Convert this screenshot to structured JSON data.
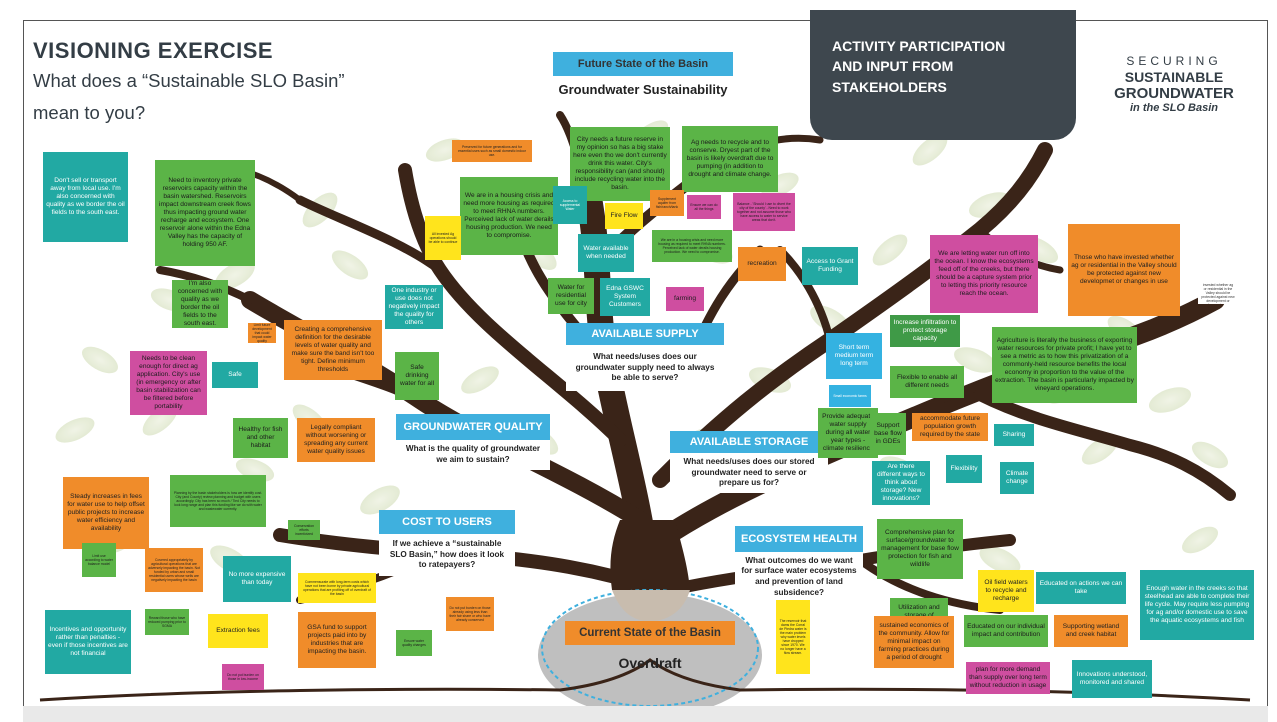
{
  "header": {
    "title": "VISIONING EXERCISE",
    "subtitle_line1": "What does a “Sustainable SLO Basin”",
    "subtitle_line2": "mean to you?"
  },
  "future_state": {
    "label": "Future State of the Basin",
    "subtitle": "Groundwater Sustainability"
  },
  "activity_banner": {
    "line1": "ACTIVITY PARTICIPATION",
    "line2": "AND INPUT FROM",
    "line3": "STAKEHOLDERS"
  },
  "logo": {
    "line1": "SECURING",
    "line2": "SUSTAINABLE",
    "line3": "GROUNDWATER",
    "line4": "in the SLO Basin"
  },
  "categories": {
    "supply": {
      "title": "AVAILABLE SUPPLY",
      "question": "What needs/uses does our groundwater supply need to always be able to serve?"
    },
    "quality": {
      "title": "GROUNDWATER QUALITY",
      "question": "What is the quality of groundwater we aim to sustain?"
    },
    "storage": {
      "title": "AVAILABLE STORAGE",
      "question": "What needs/uses does our stored groundwater need to serve or prepare us for?"
    },
    "cost": {
      "title": "COST TO USERS",
      "question": "If we achieve a “sustainable SLO Basin,” how does it look to ratepayers?"
    },
    "ecosystem": {
      "title": "ECOSYSTEM HEALTH",
      "question": "What outcomes do we want for surface water ecosystems and prevention of land subsidence?"
    }
  },
  "current_state": {
    "label": "Current State of the Basin",
    "subtitle": "Overdraft"
  },
  "notes": {
    "n1": "Don't sell or transport away from local use. I'm also concerned with quality as we border the oil fields to the south east.",
    "n2": "Need to inventory private reservoirs capacity within the basin watershed. Reservoirs impact downstream creek flows thus impacting ground water recharge and ecosystem. One reservoir alone within the Edna Valley has the capacity of holding 950 AF.",
    "n3": "Preserved for future generations and for essential uses such as small domestic indoor use.",
    "n4": "City needs a future reserve in my opinion so has a big stake here even tho we don't currently drink this water. City's responsibility can (and should) include recycling water into the basin.",
    "n5": "Ag needs to recycle and to conserve. Dryest part of the basin is likely overdraft due to pumping (in addition to drought and climate change.",
    "n6": "We are in a housing crisis and need more housing as required to meet RHNA numbers. Perceived lack of water derails housing production. We need to compromise.",
    "n7": "Access to supplemental Water",
    "n8": "Supplement aquifer from fish/ranch/tank",
    "n9": "Fire Flow",
    "n10": "Ensure we can do all the things",
    "n11": "Balance - 'Should I use to divert the city of the county' - Need to work together and not assume those who have access to water to service areas that don't.",
    "n12": "All invested Ag operations should be able to continue",
    "n13": "Water available when needed",
    "n14": "We are in a housing crisis and need more housing as required to meet RHNA numbers. Perceived lack of water derails housing production. We need to compromise.",
    "n15": "recreation",
    "n16": "Access to Grant Funding",
    "n17": "We are letting water run off into the ocean. I know the ecosystems feed off of the creeks, but there should be a capture system prior to letting this priority resource reach the ocean.",
    "n18": "Those who have invested whether ag or residential in the Valley should be protected against new developmet or changes in use",
    "n19": "Those who have invested whether ag or residential in the Valley should be protected against new development or changes in use",
    "n20": "Water for residential use for city",
    "n21": "Edna GSWC System Customers",
    "n22": "farming",
    "n23": "I'm also concerned with quality as we border the oil fields to the south east.",
    "n24": "One industry or use does not negatively impact the quality for others",
    "n25": "Limit future development that could impact water quality",
    "n26": "Creating a comprehensive definition for the desirable levels of water quality and make sure the band isn't too tight. Define minimum thresholds",
    "n27": "Needs to be clean enough for direct ag application. City's use (in emergency or after basin stabilization can be filtered before portability",
    "n28": "Safe",
    "n29": "Safe drinking water for all",
    "n30": "Healthy for fish and other habitat",
    "n31": "Legally compliant without worsening or spreading any current water quality issues",
    "n32": "Short term medium term long term",
    "n33": "Small economic farms",
    "n34": "Increase infiltration to protect storage capacity",
    "n35": "Flexible to enable all different needs",
    "n36": "Agriculture is literally the business of exporting water resources for private profit; I have yet to see a metric as to how this privatization of a commonly-held resource benefits the local economy in proportion to the value of the extraction. The basin is particularly impacted by vineyard operations.",
    "n37": "Provide adequate water supply during all water year types - climate resiliency",
    "n38": "Support base flow in GDEs",
    "n39": "accommodate future population growth required by the state",
    "n40": "Sharing",
    "n41": "Are there different ways to think about storage? New innovations?",
    "n42": "Flexibility",
    "n43": "Climate change",
    "n44": "Steady increases in fees for water use to help offset public projects to increase water efficiency and availability",
    "n45": "Planning by the basin stakeholders is how we identify cost. City (and County) review planning and budget with users accordingly. City has been so much / Tied City needs to look long range and plan this funding like we do with water and wastewater currently.",
    "n46": "Conservation efforts incentivized",
    "n47": "Limit use according to water balance model",
    "n48": "Covered appropriately by agricultural operations that are adversely impacting the basin. Not funded by urban and small residential users whose wells are negatively impacting the basin",
    "n49": "No more expensive than today",
    "n50": "Commensurate with long-term costs which have not been borne by private agricultural operations that are profiting off of overdraft of the basin",
    "n51": "Incentives and opportunity rather than penalties - even if those incentives are not financial",
    "n52": "Reward those who have reduced pumping prior to SGMA",
    "n53": "Extraction fees",
    "n54": "GSA fund to support projects paid into by industries that are impacting the basin.",
    "n55": "Ensure water quality changes",
    "n56": "Do not put burden on those already using less than their fair share or who have already conserved",
    "n57": "Do not put burden on those in low-income",
    "n58": "Comprehensive plan for surface/groundwater to management for base flow protection for fish and wildlife",
    "n59": "The reservoir that dams the Corral de Piedra water is the main problem why water levels have dropped since 1970. We no longer have a flow stream.",
    "n60": "Utilization and storage of recycled water",
    "n61": "Oil field waters to recycle and recharge",
    "n62": "Educated on actions we can take",
    "n63": "Enough water in the creeks so that steelhead are able to complete their life cycle. May require less pumping for ag and/or domestic use to save the aquatic ecosystems and fish",
    "n64": "sustained economics of the community. Allow for minimal impact on farming practices during a period of drought",
    "n65": "Educated on our individual impact and contribution",
    "n66": "Supporting wetland and creek habitat",
    "n67": "plan for more demand than supply over long term without reduction in usage",
    "n68": "Innovations understood, monitored and shared"
  },
  "colors": {
    "orange": "#f08c2a",
    "green": "#5bb447",
    "dark_green": "#3f9a47",
    "magenta": "#cf4ea0",
    "teal": "#22a9a3",
    "yellow": "#ffe41c",
    "blue": "#3fb0de",
    "banner": "#3e474e",
    "tree": "#3a2418",
    "leaf": "#e4ead3"
  }
}
